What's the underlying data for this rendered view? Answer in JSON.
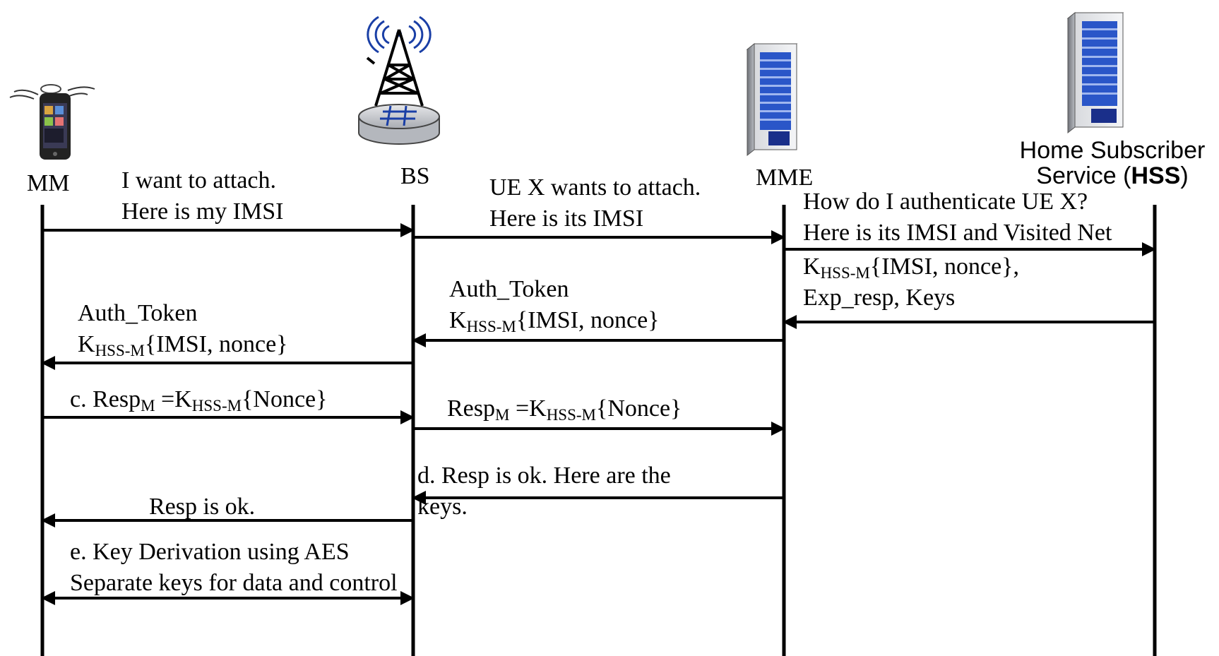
{
  "participants": {
    "mm": "MM",
    "bs": "BS",
    "mme": "MME",
    "hss_line1": "Home Subscriber",
    "hss_line2_prefix": "Service (",
    "hss_line2_bold": "HSS",
    "hss_line2_suffix": ")"
  },
  "messages": {
    "m1_l1": "I want to attach.",
    "m1_l2": "Here is my IMSI",
    "m2_l1": "UE X wants to attach.",
    "m2_l2": "Here is its IMSI",
    "m3_l1": "How do I authenticate UE X?",
    "m3_l2": "Here is its IMSI and Visited Net",
    "m4_k": "K",
    "m4_sub": "HSS-M",
    "m4_rest": "{IMSI, nonce},",
    "m4_l2": "Exp_resp, Keys",
    "m5_l1": "Auth_Token",
    "m5_k": "K",
    "m5_sub": "HSS-M",
    "m5_rest": "{IMSI, nonce}",
    "m6_l1": "Auth_Token",
    "m6_k": "K",
    "m6_sub": "HSS-M",
    "m6_rest": "{IMSI, nonce}",
    "m7_a": "c. Resp",
    "m7_sub1": "M",
    "m7_b": " =K",
    "m7_sub2": "HSS-M",
    "m7_c": "{Nonce}",
    "m8_a": "Resp",
    "m8_sub1": "M",
    "m8_b": " =K",
    "m8_sub2": "HSS-M",
    "m8_c": "{Nonce}",
    "m9_l1": "d. Resp is ok. Here are the",
    "m9_l2": "keys.",
    "m10": "Resp is ok.",
    "m11_l1": "e. Key Derivation using AES",
    "m11_l2": "Separate keys for data and control"
  },
  "icons": {
    "mm": "mobile-phone-icon",
    "bs": "cell-tower-base-station-icon",
    "mme": "server-icon",
    "hss": "server-icon"
  }
}
